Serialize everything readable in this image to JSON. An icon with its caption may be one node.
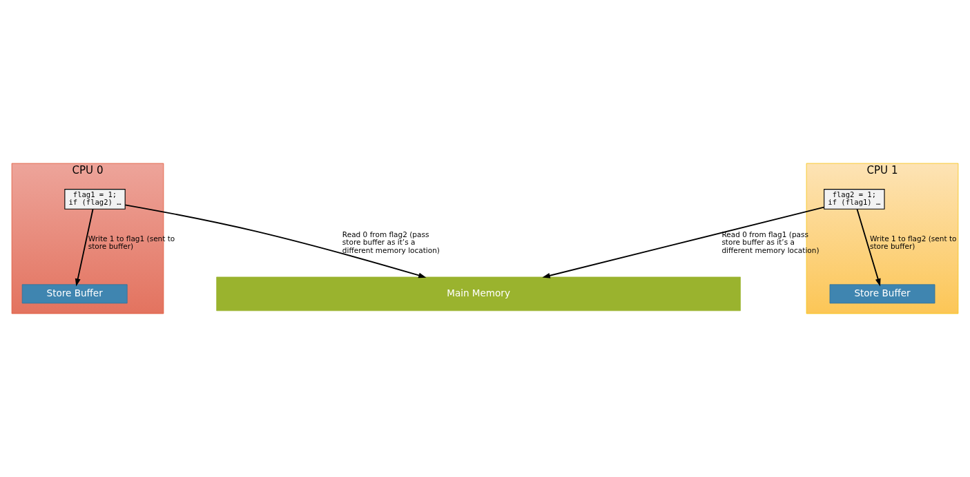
{
  "diagram": {
    "nodes": [
      {
        "text": [
          "CPU 0"
        ]
      },
      {
        "text": [
          "flag1 = 1;",
          "if (flag2) …"
        ],
        "in": 0
      },
      {
        "text": [
          "Store Buffer"
        ],
        "in": 0
      },
      {
        "text": [
          "CPU 1"
        ]
      },
      {
        "text": [
          "flag2 = 1;",
          "if (flag1) …"
        ],
        "in": 3
      },
      {
        "text": [
          "Store Buffer"
        ],
        "in": 3
      },
      {
        "text": [
          "Main Memory"
        ]
      }
    ],
    "edges": [
      {
        "from": 1,
        "to": 2,
        "arrow": "to",
        "label": "Write 1 to flag1 (sent to store buffer)"
      },
      {
        "from": 1,
        "to": 6,
        "arrow": "to",
        "label": "Read 0 from flag2 (pass store buffer as it’s a different memory location)"
      },
      {
        "from": 4,
        "to": 5,
        "arrow": "to",
        "label": "Write 1 to flag2 (sent to store buffer)"
      },
      {
        "from": 4,
        "to": 6,
        "arrow": "to",
        "label": "Read 0 from flag1 (pass store buffer as it’s a different memory location)"
      }
    ]
  }
}
